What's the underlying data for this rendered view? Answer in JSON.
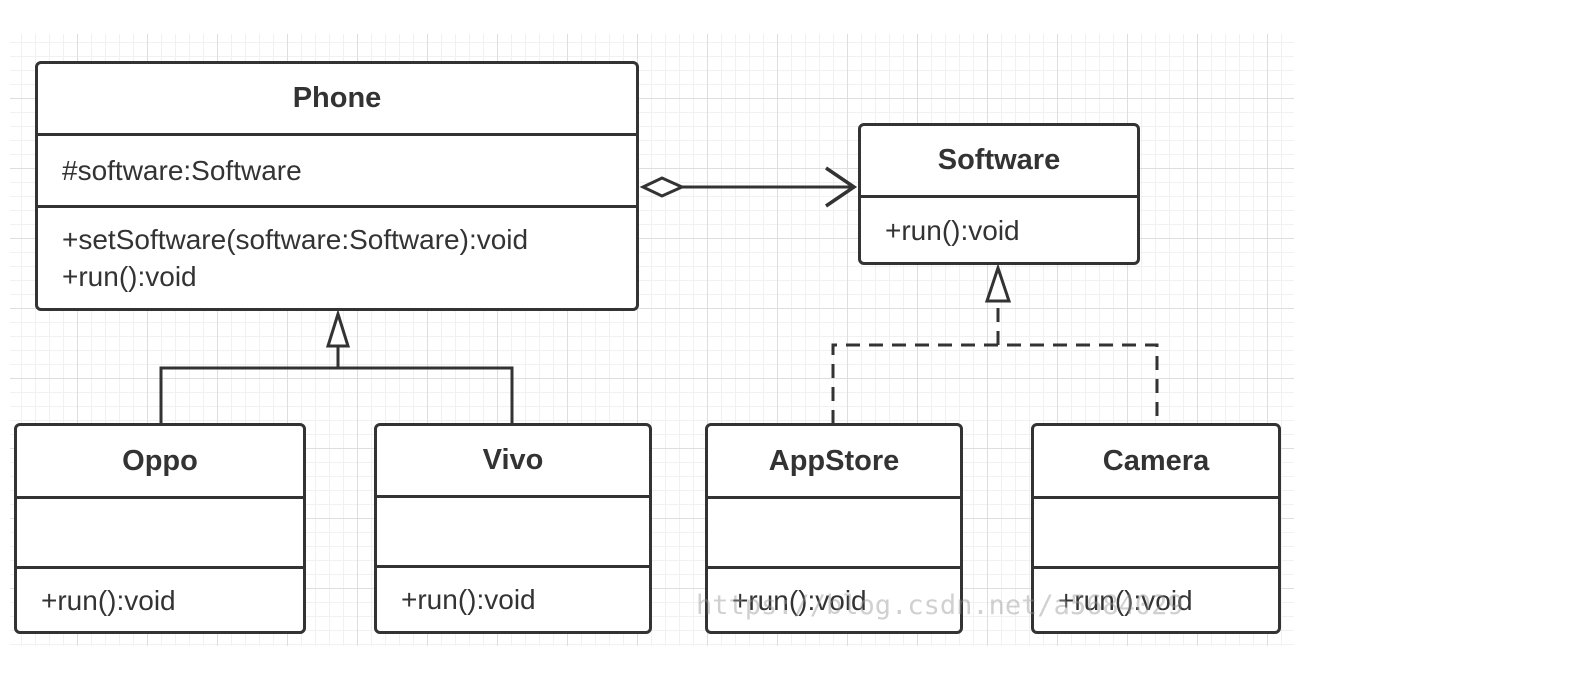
{
  "classes": {
    "phone": {
      "name": "Phone",
      "attributes": [
        "#software:Software"
      ],
      "operations": [
        "+setSoftware(software:Software):void",
        "+run():void"
      ]
    },
    "software": {
      "name": "Software",
      "operations": [
        "+run():void"
      ]
    },
    "oppo": {
      "name": "Oppo",
      "operations": [
        "+run():void"
      ]
    },
    "vivo": {
      "name": "Vivo",
      "operations": [
        "+run():void"
      ]
    },
    "appstore": {
      "name": "AppStore",
      "operations": [
        "+run():void"
      ]
    },
    "camera": {
      "name": "Camera",
      "operations": [
        "+run():void"
      ]
    }
  },
  "relations": [
    {
      "type": "aggregation",
      "from": "Phone",
      "to": "Software"
    },
    {
      "type": "generalization",
      "from": "Oppo",
      "to": "Phone"
    },
    {
      "type": "generalization",
      "from": "Vivo",
      "to": "Phone"
    },
    {
      "type": "realization",
      "from": "AppStore",
      "to": "Software"
    },
    {
      "type": "realization",
      "from": "Camera",
      "to": "Software"
    }
  ],
  "watermark": "https://blog.csdn.net/a5684029",
  "colors": {
    "stroke": "#333333",
    "grid": "#dedede",
    "background": "#ffffff"
  }
}
